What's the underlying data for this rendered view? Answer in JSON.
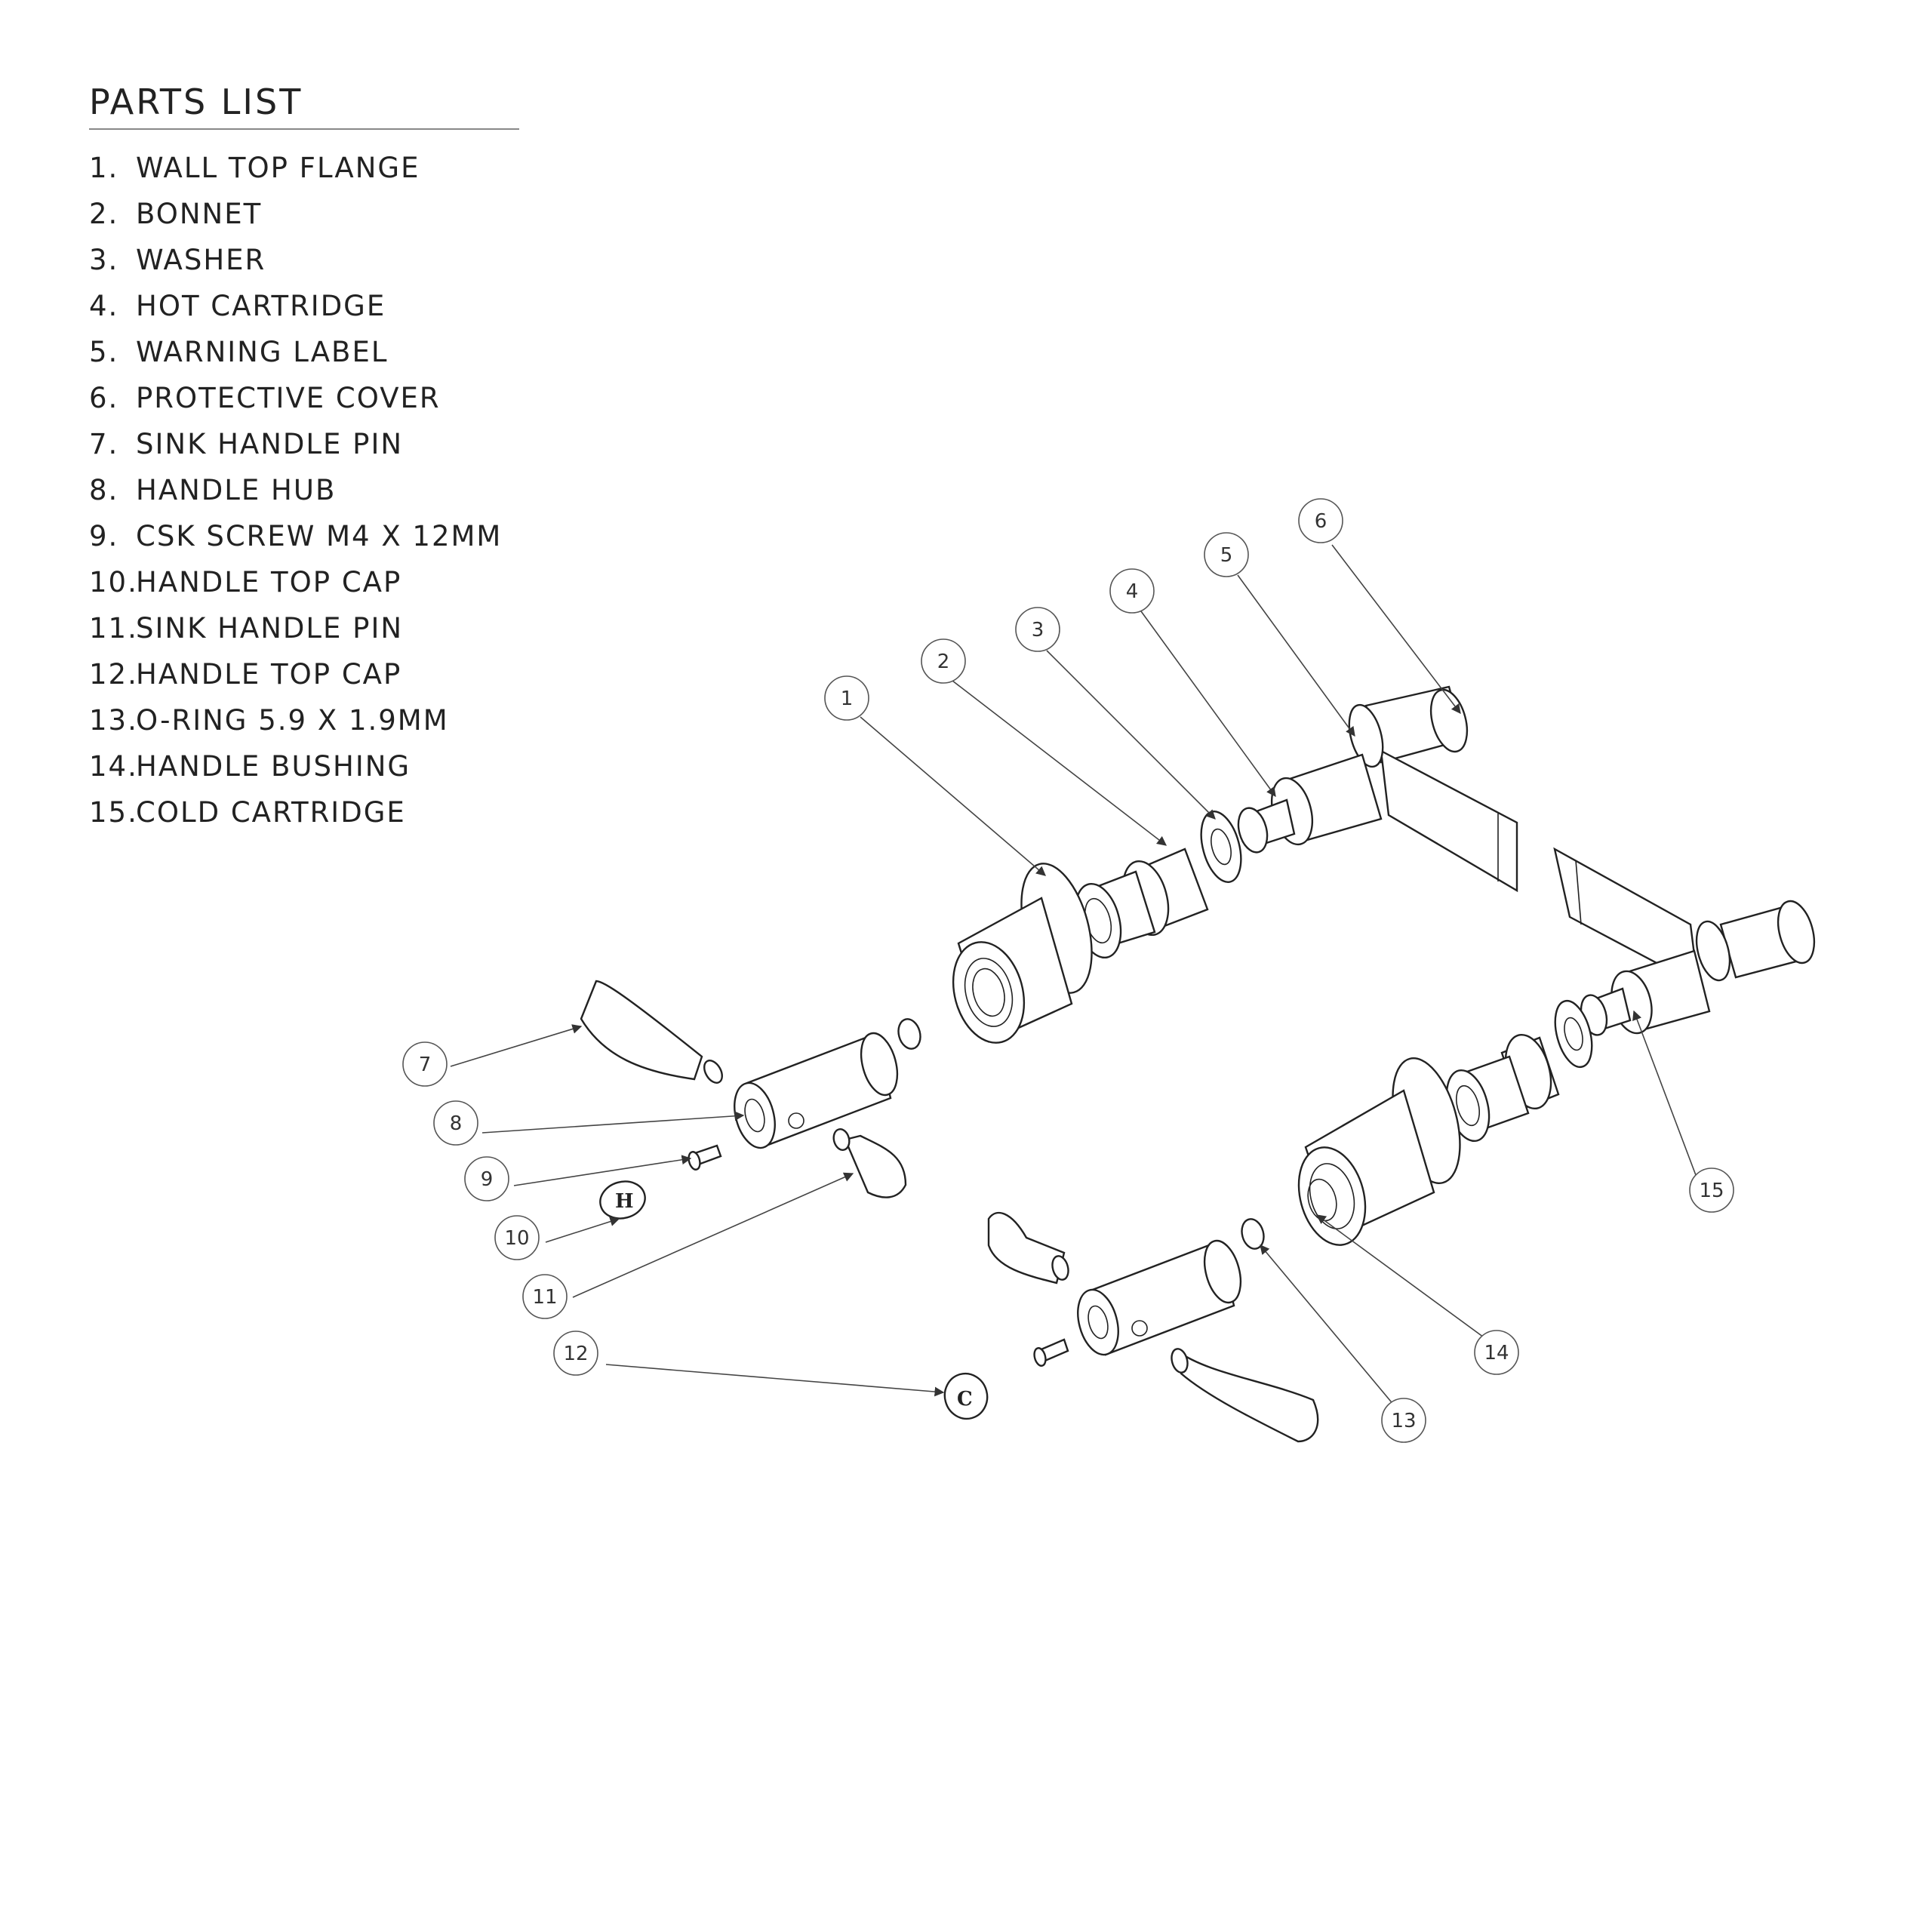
{
  "parts_list": {
    "title": "PARTS LIST",
    "items": [
      {
        "num": "1.",
        "label": "WALL TOP FLANGE"
      },
      {
        "num": "2.",
        "label": "BONNET"
      },
      {
        "num": "3.",
        "label": "WASHER"
      },
      {
        "num": "4.",
        "label": "HOT CARTRIDGE"
      },
      {
        "num": "5.",
        "label": "WARNING LABEL"
      },
      {
        "num": "6.",
        "label": "PROTECTIVE COVER"
      },
      {
        "num": "7.",
        "label": "SINK HANDLE PIN"
      },
      {
        "num": "8.",
        "label": "HANDLE HUB"
      },
      {
        "num": "9.",
        "label": "CSK SCREW M4 X 12MM"
      },
      {
        "num": "10.",
        "label": "HANDLE TOP CAP"
      },
      {
        "num": "11.",
        "label": "SINK HANDLE PIN"
      },
      {
        "num": "12.",
        "label": "HANDLE TOP CAP"
      },
      {
        "num": "13.",
        "label": "O-RING 5.9 X 1.9MM"
      },
      {
        "num": "14.",
        "label": "HANDLE BUSHING"
      },
      {
        "num": "15.",
        "label": "COLD CARTRIDGE"
      }
    ]
  },
  "callouts": [
    "1",
    "2",
    "3",
    "4",
    "5",
    "6",
    "7",
    "8",
    "9",
    "10",
    "11",
    "12",
    "13",
    "14",
    "15"
  ],
  "cap_letters": {
    "hot": "H",
    "cold": "C"
  }
}
